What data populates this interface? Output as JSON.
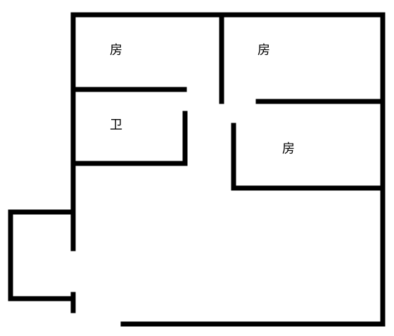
{
  "floor_plan": {
    "rooms": [
      {
        "id": "room-top-left",
        "label": "房"
      },
      {
        "id": "room-top-right",
        "label": "房"
      },
      {
        "id": "bathroom",
        "label": "卫"
      },
      {
        "id": "room-right-middle",
        "label": "房"
      }
    ],
    "colors": {
      "wall": "#000000",
      "background": "#ffffff"
    }
  }
}
